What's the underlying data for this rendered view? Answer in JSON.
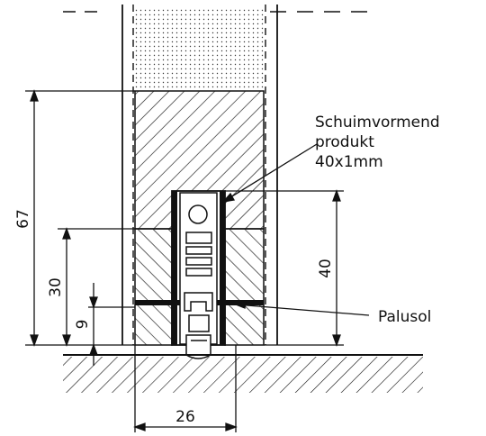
{
  "labels": {
    "foam_line1": "Schuimvormend",
    "foam_line2": "produkt",
    "foam_line3": "40x1mm",
    "palusol": "Palusol"
  },
  "dimensions": {
    "total_height": "67",
    "mid_height": "30",
    "small_height": "9",
    "seal_height": "40",
    "width": "26"
  },
  "colors": {
    "line": "#111111",
    "background": "#ffffff"
  }
}
